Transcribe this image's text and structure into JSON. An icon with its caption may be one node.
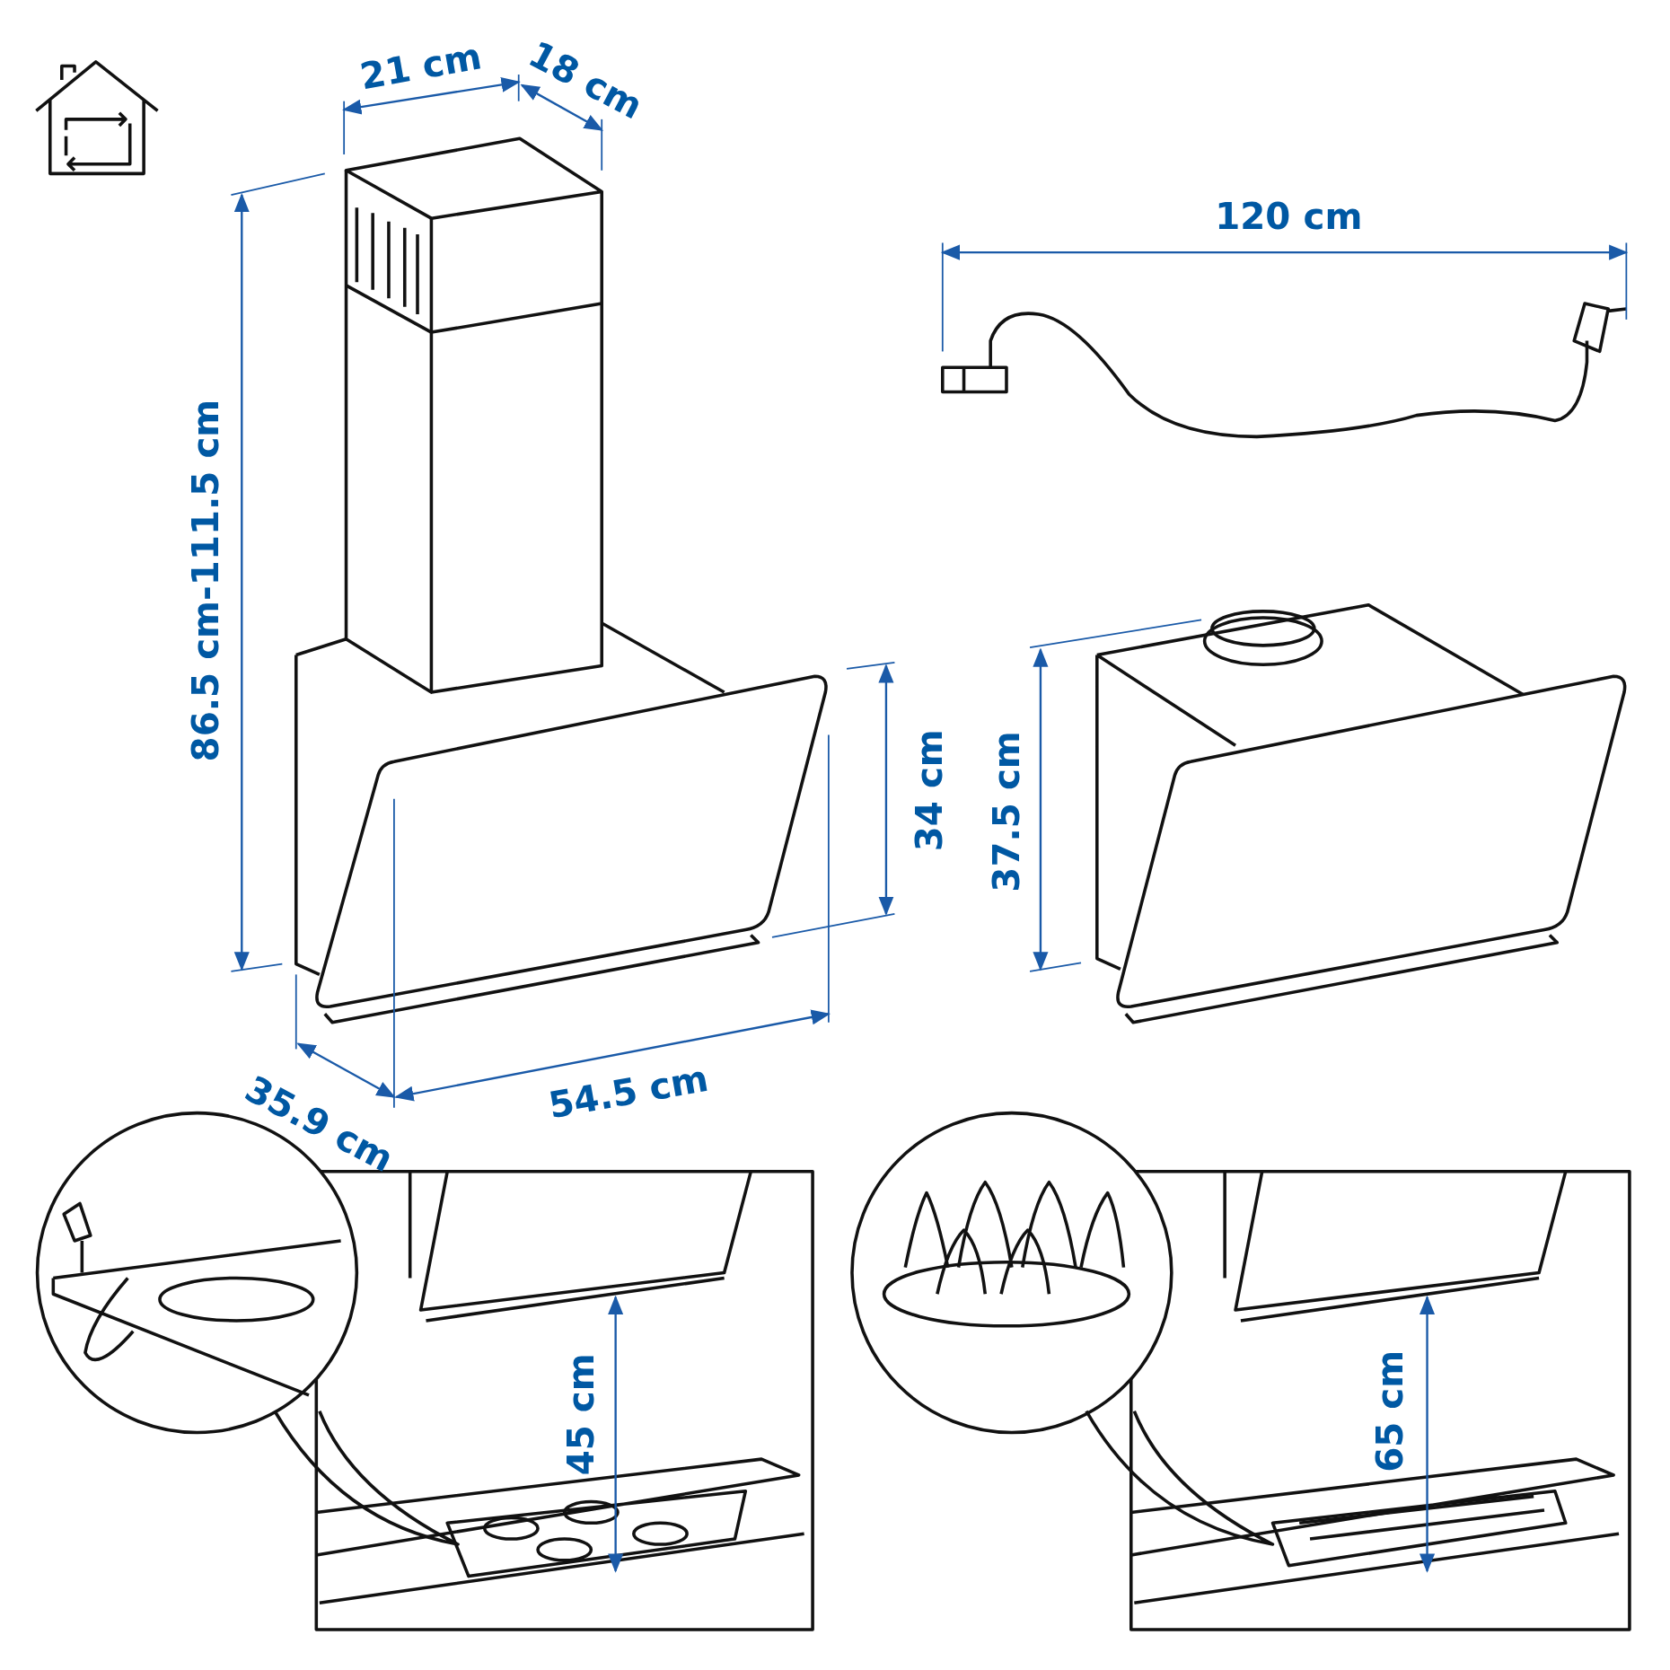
{
  "diagram": {
    "labels": [
      "21 cm",
      "18 cm",
      "86.5 cm-111.5 cm",
      "34 cm",
      "35.9 cm",
      "54.5 cm",
      "120 cm",
      "37.5 cm",
      "45 cm",
      "65 cm"
    ]
  }
}
